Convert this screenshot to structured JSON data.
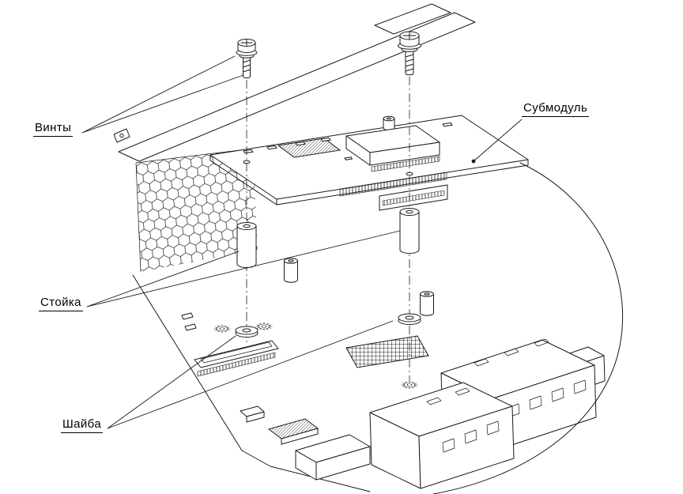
{
  "diagram": {
    "type": "exploded-assembly-technical-drawing",
    "background": "#ffffff",
    "line_color": "#1a1a1a",
    "callouts": {
      "screws": {
        "text": "Винты"
      },
      "submodule": {
        "text": "Субмодуль"
      },
      "standoff": {
        "text": "Стойка"
      },
      "washer": {
        "text": "Шайба"
      }
    },
    "parts": [
      "screw-left",
      "screw-right",
      "top-panel",
      "vent-mesh",
      "submodule-board",
      "standoff-left",
      "standoff-right",
      "spacer-left",
      "spacer-right",
      "washer-left",
      "washer-right",
      "lock-washer",
      "motherboard",
      "connector-blocks"
    ]
  }
}
